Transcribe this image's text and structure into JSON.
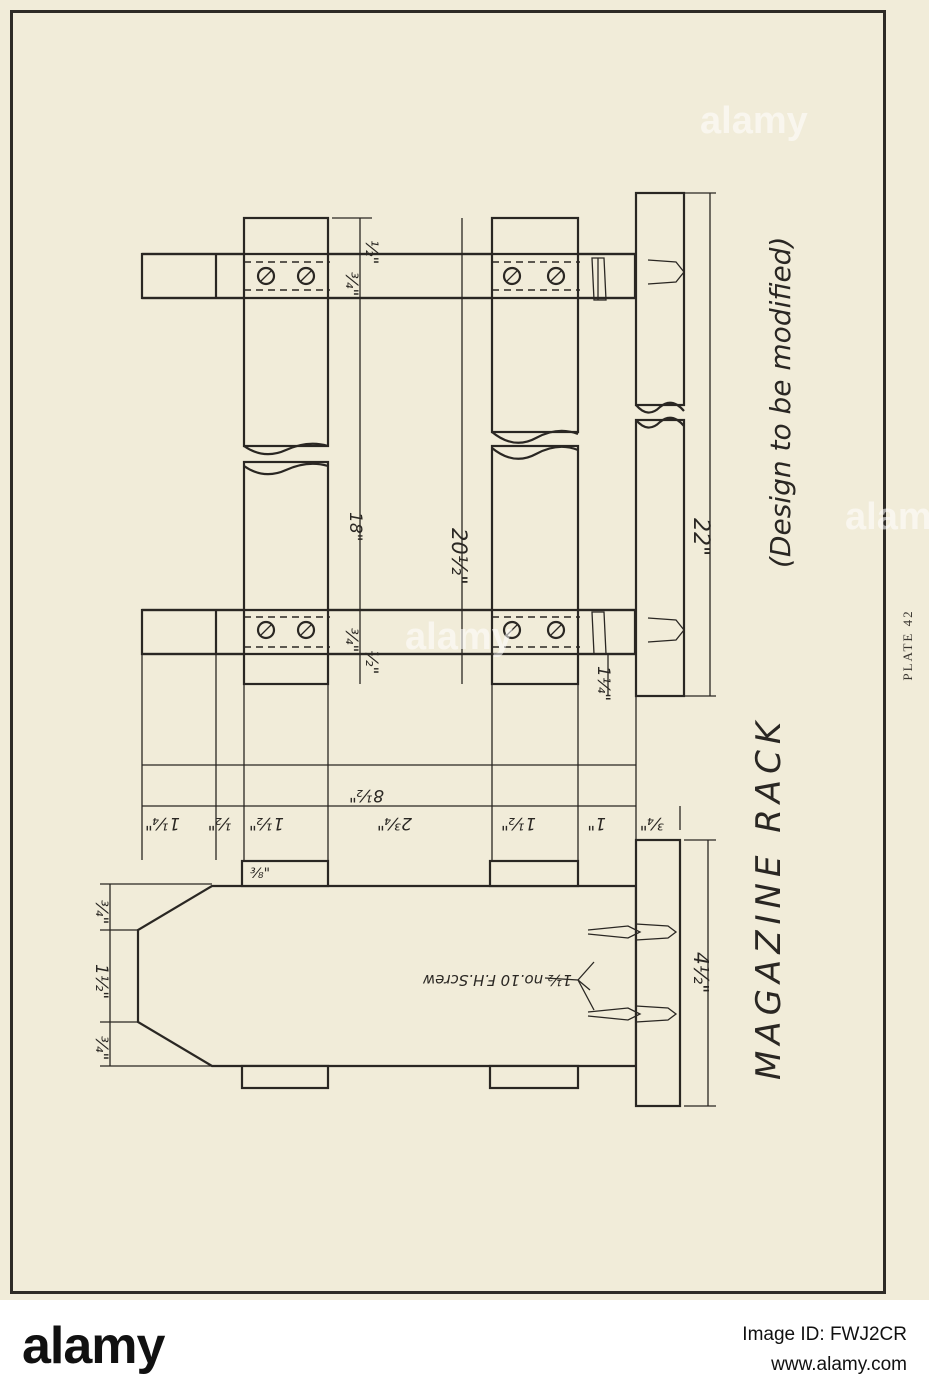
{
  "drawing": {
    "title": "MAGAZINE RACK",
    "subtitle": "(Design to be modified)",
    "plate": "PLATE 42",
    "screw_note": "1½ no.10 F.H.Screw",
    "dimensions": {
      "half": "½\"",
      "three_quarter": "¾\"",
      "eighteen": "18\"",
      "twenty_half": "20½\"",
      "twenty_two": "22\"",
      "one_quarter": "1¼\"",
      "eight_half": "8½\"",
      "one_half": "1½\"",
      "two_three_quarter": "2¾\"",
      "one": "1\"",
      "four_half": "4½\"",
      "three_eighths": "⅜\""
    }
  },
  "watermark": {
    "text": "alamy"
  },
  "footer": {
    "logo": "alamy",
    "image_id": "Image ID: FWJ2CR",
    "site": "www.alamy.com"
  }
}
